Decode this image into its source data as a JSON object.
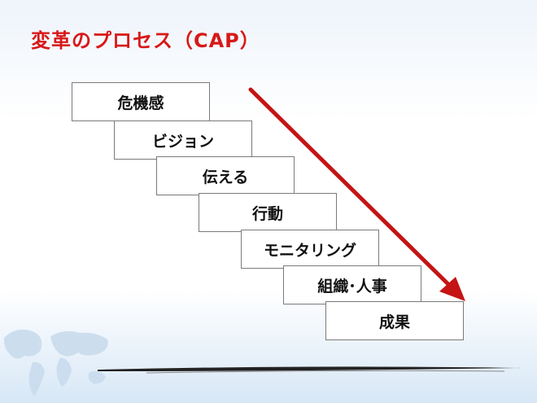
{
  "slide": {
    "title": "変革のプロセス（CAP）"
  },
  "steps": [
    {
      "label": "危機感"
    },
    {
      "label": "ビジョン"
    },
    {
      "label": "伝える"
    },
    {
      "label": "行動"
    },
    {
      "label": "モニタリング"
    },
    {
      "label": "組織･人事"
    },
    {
      "label": "成果"
    }
  ],
  "colors": {
    "title": "#d81818",
    "arrow": "#c41414",
    "box_border": "#7a7a7a"
  },
  "icons": {
    "arrow": "diagonal-down-arrow-icon",
    "map": "world-map-icon"
  }
}
